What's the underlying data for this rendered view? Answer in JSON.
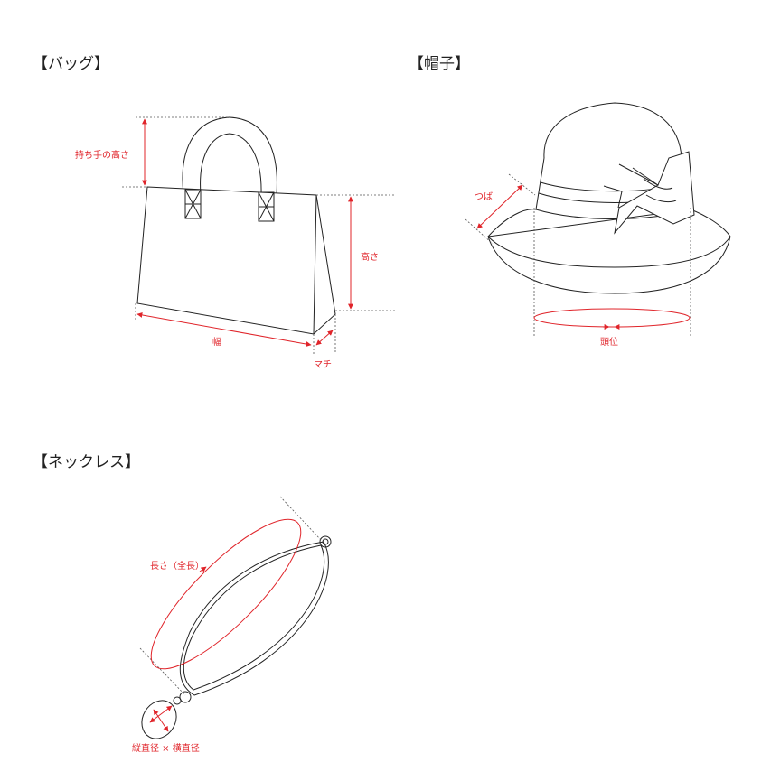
{
  "bag": {
    "title": "【バッグ】",
    "label_handle_height": "持ち手の高さ",
    "label_height": "高さ",
    "label_width": "幅",
    "label_gusset": "マチ"
  },
  "hat": {
    "title": "【帽子】",
    "label_brim": "つば",
    "label_head_circ": "頭位"
  },
  "necklace": {
    "title": "【ネックレス】",
    "label_length": "長さ（全長）",
    "label_pendant": "縦直径 × 横直径"
  },
  "colors": {
    "line": "#222222",
    "measure": "#e0242a",
    "guide": "#555555"
  }
}
